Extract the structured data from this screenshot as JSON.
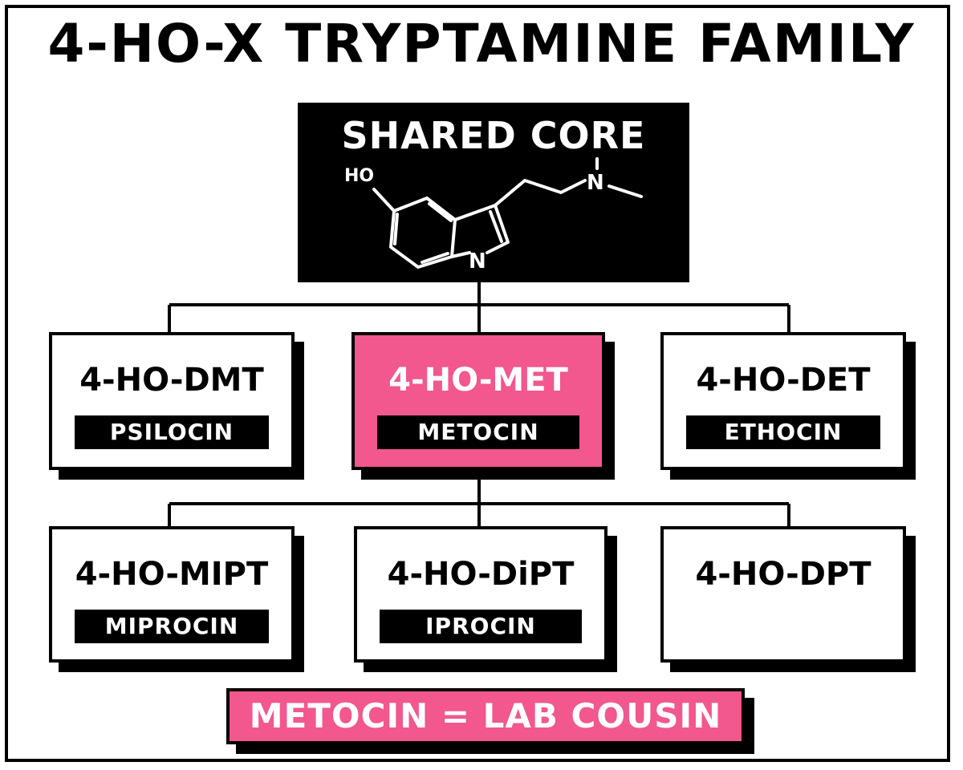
{
  "title": "4-HO-X TRYPTAMINE FAMILY",
  "core": {
    "label": "SHARED CORE",
    "atoms": {
      "hydroxyl": "HO",
      "amine": "N",
      "indole": "N"
    }
  },
  "rows": [
    [
      {
        "id": "dmt",
        "name": "4-HO-DMT",
        "common": "PSILOCIN",
        "highlight": false
      },
      {
        "id": "met",
        "name": "4-HO-MET",
        "common": "METOCIN",
        "highlight": true
      },
      {
        "id": "det",
        "name": "4-HO-DET",
        "common": "ETHOCIN",
        "highlight": false
      }
    ],
    [
      {
        "id": "mipt",
        "name": "4-HO-MIPT",
        "common": "MIPROCIN",
        "highlight": false
      },
      {
        "id": "dipt",
        "name": "4-HO-DiPT",
        "common": "IPROCIN",
        "highlight": false
      },
      {
        "id": "dpt",
        "name": "4-HO-DPT",
        "common": "",
        "highlight": false
      }
    ]
  ],
  "footer": "METOCIN = LAB COUSIN",
  "colors": {
    "accent": "#f2578e",
    "ink": "#000000",
    "paper": "#ffffff"
  }
}
